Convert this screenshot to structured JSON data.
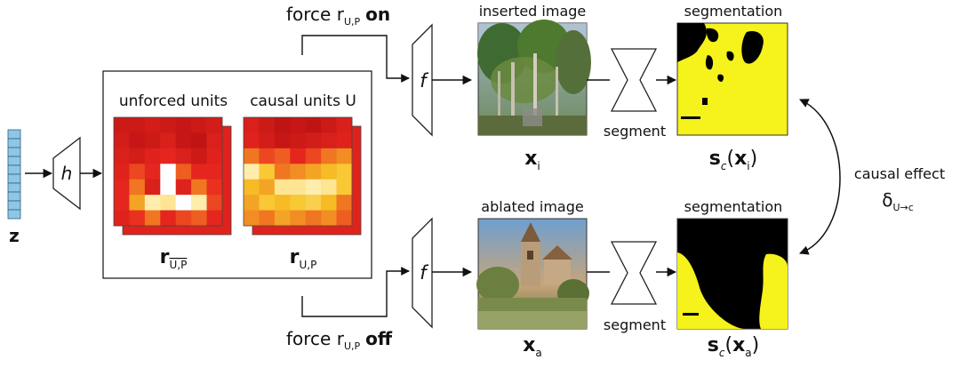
{
  "diagram": {
    "z_label": "z",
    "h_label": "h",
    "f_label": "f",
    "unforced_units_label": "unforced units",
    "causal_units_label": "causal units U",
    "r_base": "r",
    "r_unforced_sub": "U,P",
    "r_causal_sub": "U,P",
    "force_on_prefix": "force r",
    "force_on_sub": "U,P",
    "force_on_word": "on",
    "force_off_prefix": "force r",
    "force_off_sub": "U,P",
    "force_off_word": "off",
    "inserted_image_label": "inserted image",
    "ablated_image_label": "ablated image",
    "segment_label_top": "segment",
    "segment_label_bottom": "segment",
    "segmentation_label_top": "segmentation",
    "segmentation_label_bottom": "segmentation",
    "x_base": "x",
    "x_i_sub": "i",
    "x_a_sub": "a",
    "s_base": "s",
    "s_c_sub": "c",
    "causal_effect_label": "causal effect",
    "delta_symbol": "δ",
    "delta_sub": "U→c"
  },
  "colors": {
    "vector_fill": "#8ec7e6",
    "vector_stroke": "#2f5f7f",
    "seg_yellow": "#f5f21c",
    "seg_black": "#000000",
    "heat_low": "#fff4c4",
    "heat_mid": "#f7c325",
    "heat_high": "#e9281f",
    "heat_max": "#c01414"
  },
  "heatmaps": {
    "unforced": [
      [
        0.9,
        0.9,
        0.85,
        0.9,
        0.95,
        0.9,
        0.85
      ],
      [
        0.85,
        0.95,
        0.9,
        0.8,
        0.95,
        1.0,
        0.8
      ],
      [
        0.8,
        0.85,
        0.75,
        0.7,
        0.8,
        0.9,
        0.75
      ],
      [
        0.75,
        0.6,
        0.7,
        0.0,
        0.55,
        0.7,
        0.7
      ],
      [
        0.7,
        0.5,
        0.8,
        0.0,
        0.75,
        0.5,
        0.65
      ],
      [
        0.7,
        0.4,
        0.05,
        0.1,
        0.0,
        0.05,
        0.6
      ],
      [
        0.75,
        0.65,
        0.5,
        0.7,
        0.6,
        0.55,
        0.7
      ]
    ],
    "causal": [
      [
        0.8,
        0.9,
        1.0,
        0.95,
        1.0,
        0.9,
        0.8
      ],
      [
        0.75,
        0.85,
        0.95,
        0.9,
        0.85,
        0.8,
        0.75
      ],
      [
        0.5,
        0.6,
        0.55,
        0.7,
        0.6,
        0.5,
        0.45
      ],
      [
        0.05,
        0.3,
        0.5,
        0.45,
        0.4,
        0.35,
        0.3
      ],
      [
        0.35,
        0.4,
        0.1,
        0.1,
        0.05,
        0.1,
        0.3
      ],
      [
        0.4,
        0.3,
        0.35,
        0.3,
        0.25,
        0.35,
        0.5
      ],
      [
        0.45,
        0.5,
        0.4,
        0.45,
        0.5,
        0.45,
        0.55
      ]
    ]
  }
}
